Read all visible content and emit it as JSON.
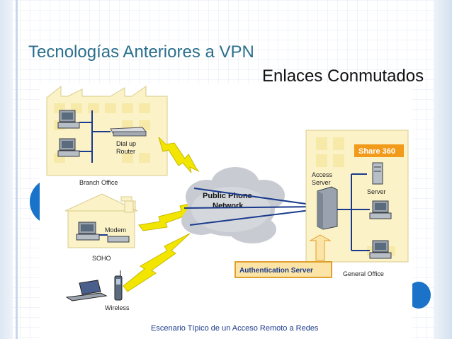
{
  "slide": {
    "title": "Tecnologías Anteriores a VPN",
    "subtitle": "Enlaces Conmutados"
  },
  "diagram": {
    "branch_office": {
      "label": "Branch Office",
      "router_label_1": "Dial up",
      "router_label_2": "Router"
    },
    "soho": {
      "label": "SOHO",
      "modem_label": "Modem"
    },
    "wireless": {
      "label": "Wireless"
    },
    "network": {
      "label_1": "Public Phone",
      "label_2": "Network"
    },
    "general_office": {
      "label": "General Office",
      "brand": "Share 360",
      "access_server_1": "Access",
      "access_server_2": "Server",
      "server_label": "Server"
    },
    "auth_server": {
      "label": "Authentication Server"
    },
    "caption": "Escenario Típico de un Acceso Remoto a Redes"
  },
  "colors": {
    "title": "#2b6f8c",
    "accent_blue": "#1a73c8",
    "building_fill": "#fbf2c8",
    "building_stroke": "#d9cc8c",
    "link_blue": "#1a3a8c",
    "lightning": "#f2e600",
    "auth_fill": "#fce4a6",
    "auth_stroke": "#e0a030",
    "brand_fill": "#f29a1a"
  }
}
